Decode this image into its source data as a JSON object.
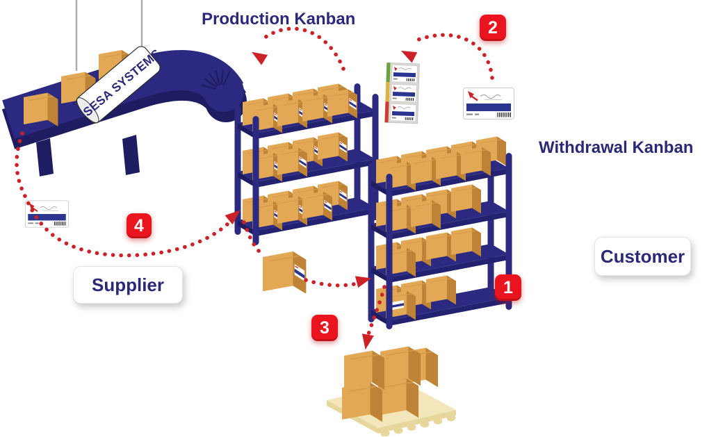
{
  "diagram": {
    "production_title": "Production Kanban",
    "withdrawal_title": "Withdrawal Kanban",
    "supplier_label": "Supplier",
    "customer_label": "Customer",
    "banner_text": "SESA SYSTEMS",
    "steps": {
      "one": "1",
      "two": "2",
      "three": "3",
      "four": "4"
    },
    "colors": {
      "rack_navy": "#2b2a80",
      "rack_navy_dark": "#1e1d62",
      "title_navy": "#2b2977",
      "box_orange_light": "#e2a855",
      "box_orange_dark": "#bf8337",
      "box_orange_top": "#eebb6f",
      "arrow_red": "#c9252b",
      "badge_red": "#e9141e",
      "pallet_cream": "#f3e6bb",
      "pallet_cream_dark": "#e8d79c",
      "board_green": "#6aa33c",
      "board_yellow": "#e0b33c",
      "board_red": "#cd3c2b",
      "card_bar_blue": "#2b3590"
    }
  }
}
